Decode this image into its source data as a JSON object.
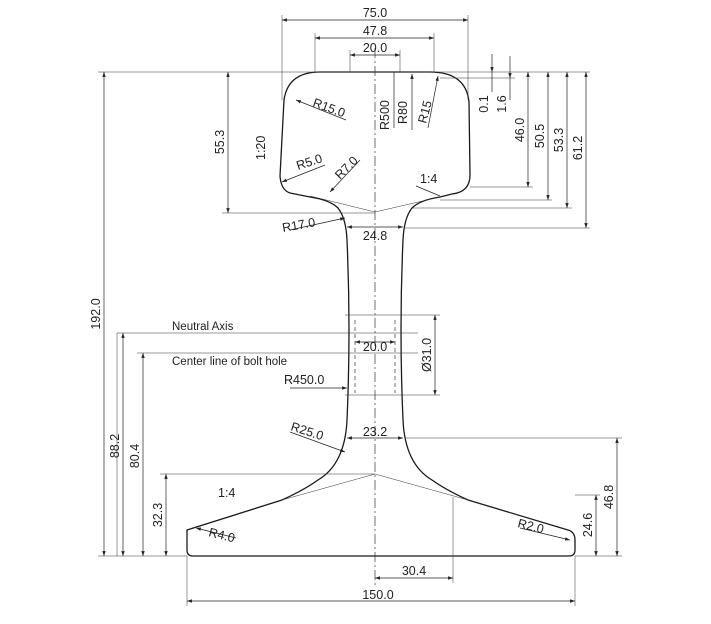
{
  "dimensions": {
    "head_width": "75.0",
    "head_top_width": "47.8",
    "head_crown_width": "20.0",
    "overall_height": "192.0",
    "head_side_height": "55.3",
    "dim_0_1": "0.1",
    "dim_1_6": "1.6",
    "dim_46_0": "46.0",
    "dim_50_5": "50.5",
    "dim_53_3": "53.3",
    "dim_61_2": "61.2",
    "web_top_width": "24.8",
    "bolt_hole_spacing": "20.0",
    "bolt_hole_diameter": "Ø31.0",
    "web_bottom_width": "23.2",
    "neutral_axis_height": "88.2",
    "bolt_center_height": "80.4",
    "foot_slope_height": "32.3",
    "right_height_46_8": "46.8",
    "right_height_24_6": "24.6",
    "foot_half_offset": "30.4",
    "foot_width": "150.0"
  },
  "radii": {
    "r15": "R15.0",
    "r500": "R500",
    "r80": "R80",
    "r15_right": "R15",
    "r5": "R5.0",
    "r7": "R7.0",
    "r17": "R17.0",
    "r450": "R450.0",
    "r25": "R25.0",
    "r4": "R4.0",
    "r2": "R2.0"
  },
  "slopes": {
    "head_side": "1:20",
    "head_underside": "1:4",
    "foot_top": "1:4"
  },
  "labels": {
    "neutral_axis": "Neutral Axis",
    "bolt_hole_centerline": "Center line of bolt hole"
  }
}
